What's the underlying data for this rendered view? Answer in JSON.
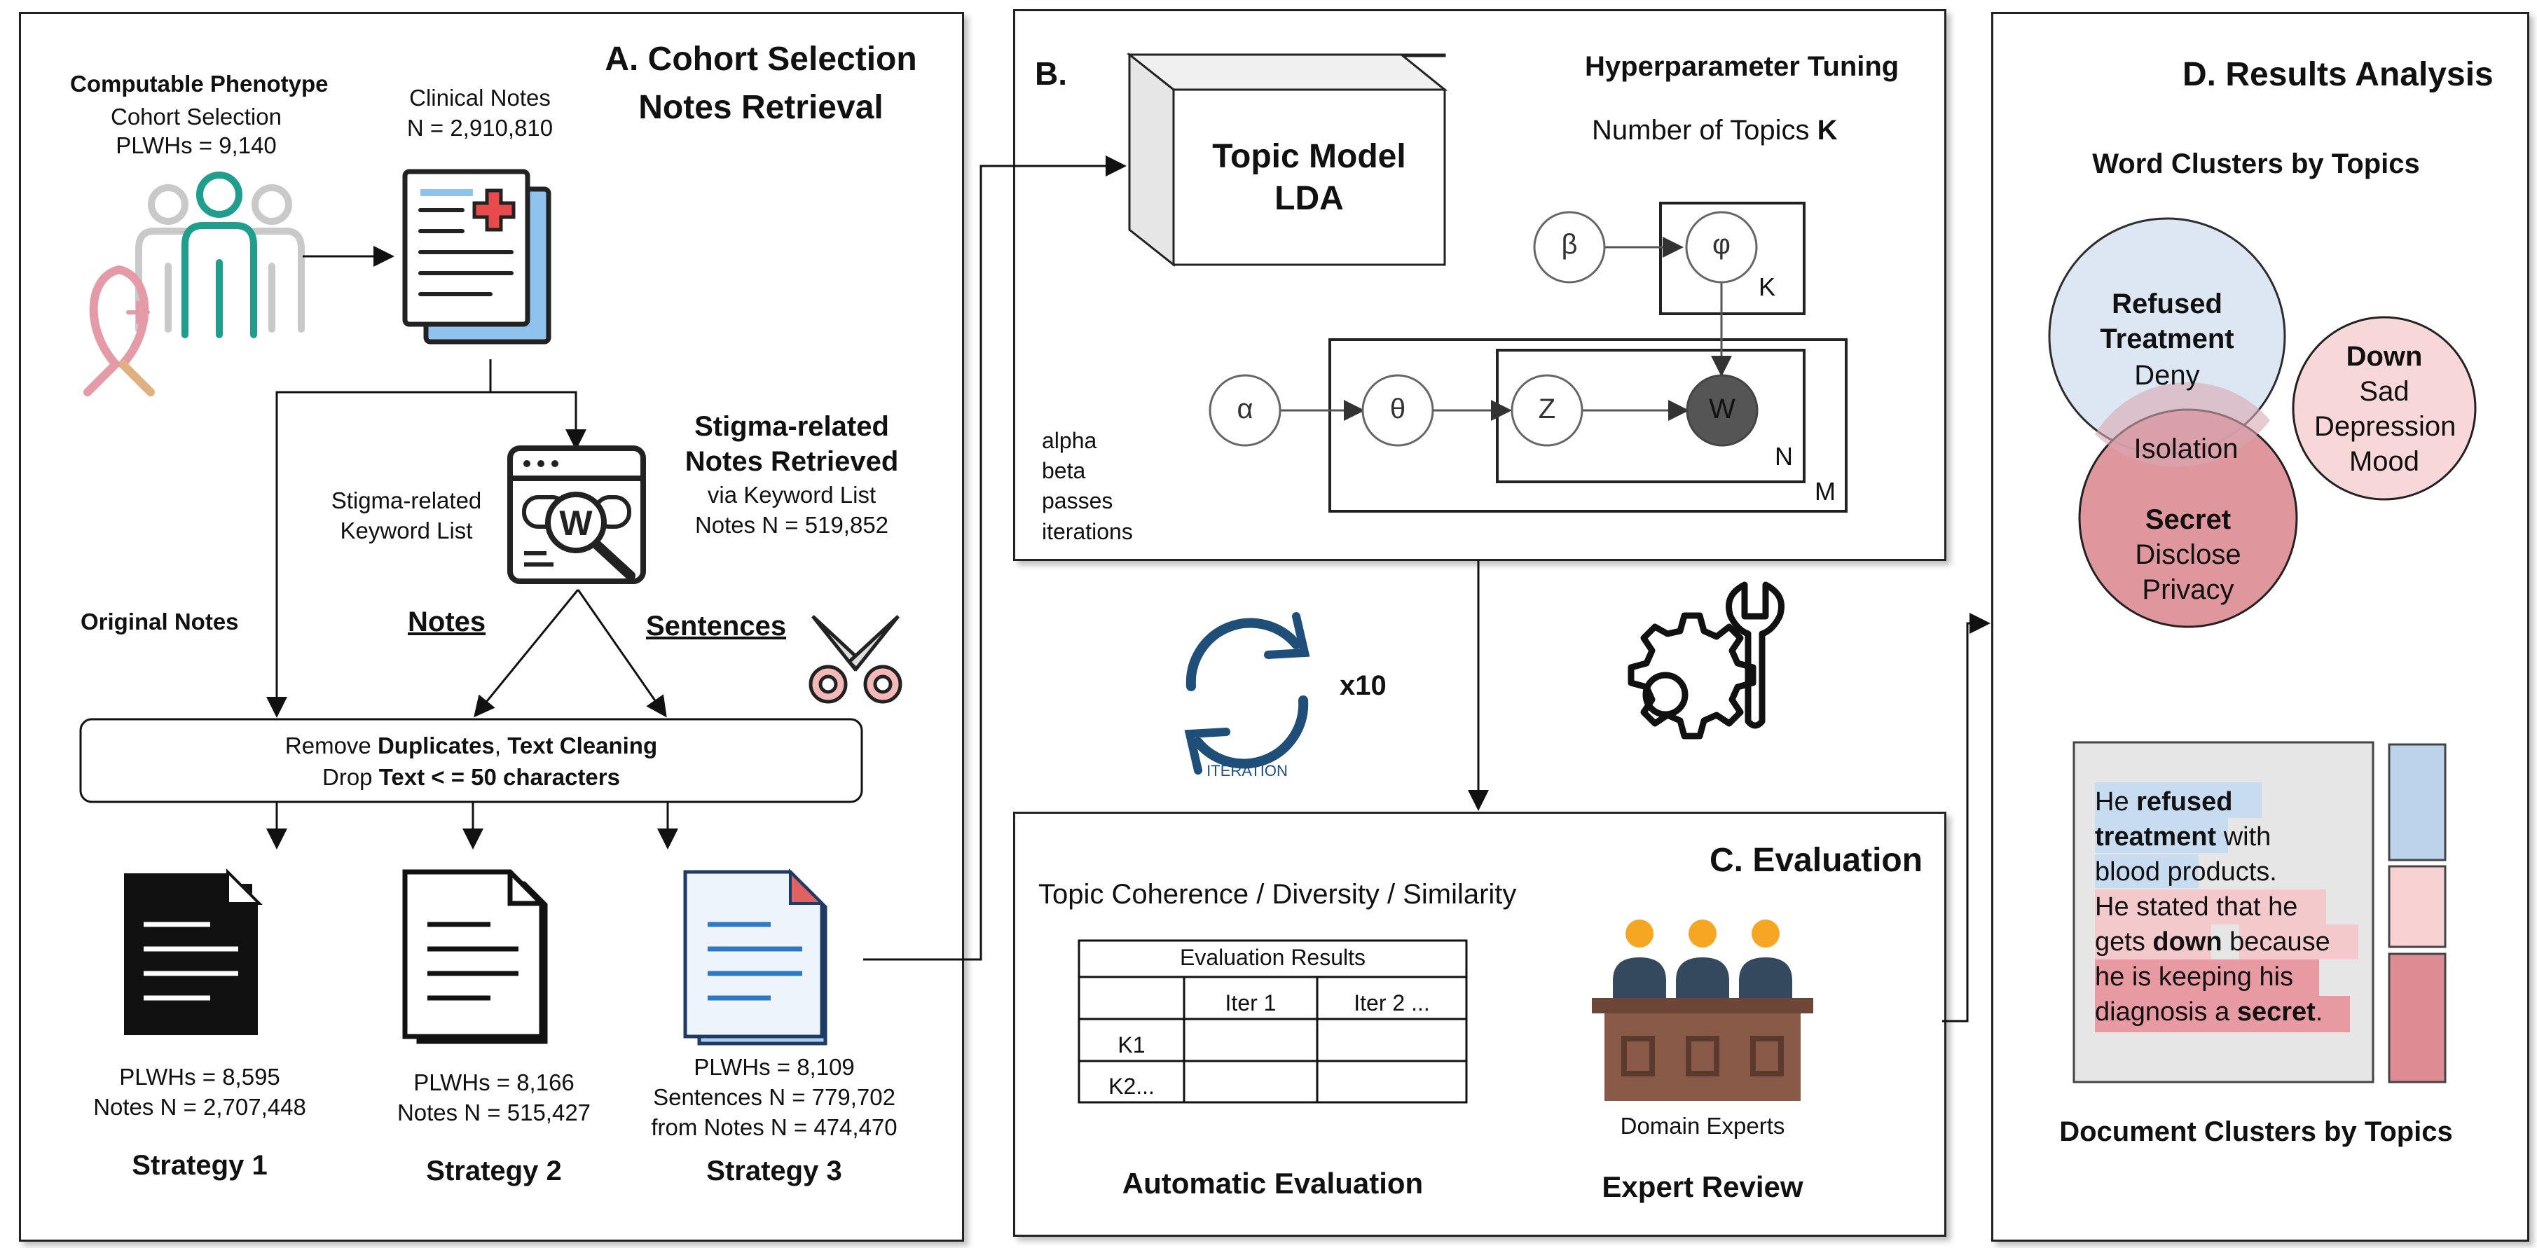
{
  "panel_a": {
    "title_line1": "A. Cohort Selection",
    "title_line2": "Notes Retrieval",
    "phenotype_title": "Computable Phenotype",
    "phenotype_sub": "Cohort Selection",
    "phenotype_plwh": "PLWHs = 9,140",
    "clinical_notes": "Clinical Notes",
    "clinical_notes_n": "N = 2,910,810",
    "stigma_retrieved_l1": "Stigma-related",
    "stigma_retrieved_l2": "Notes Retrieved",
    "stigma_retrieved_l3": "via Keyword List",
    "stigma_retrieved_l4": "Notes N = 519,852",
    "keyword_list_l1": "Stigma-related",
    "keyword_list_l2": "Keyword List",
    "original_notes": "Original Notes",
    "notes_label": "Notes",
    "sentences_label": "Sentences",
    "cleaning_l1_a": "Remove ",
    "cleaning_l1_b": "Duplicates",
    "cleaning_l1_c": ", ",
    "cleaning_l1_d": "Text Cleaning",
    "cleaning_l2_a": "Drop ",
    "cleaning_l2_b": "Text < = 50 characters",
    "strategies": [
      {
        "stats": "PLWHs = 8,595\nNotes N = 2,707,448",
        "name": "Strategy 1"
      },
      {
        "stats": "PLWHs = 8,166\nNotes N = 515,427",
        "name": "Strategy 2"
      },
      {
        "stats": "PLWHs = 8,109\nSentences N = 779,702\nfrom Notes N = 474,470",
        "name": "Strategy 3"
      }
    ]
  },
  "panel_b": {
    "label": "B.",
    "model_l1": "Topic Model",
    "model_l2": "LDA",
    "hyper_title": "Hyperparameter Tuning",
    "num_topics": "Number of Topics ",
    "num_topics_k": "K",
    "params": "alpha\nbeta\npasses\niterations",
    "nodes": {
      "beta": "β",
      "phi": "φ",
      "alpha": "α",
      "theta": "θ",
      "z": "Z",
      "w": "W"
    },
    "plates": {
      "k": "K",
      "n": "N",
      "m": "M"
    }
  },
  "iteration": {
    "label": "ITERATION",
    "times": "x10"
  },
  "panel_c": {
    "title": "C. Evaluation",
    "metrics": "Topic Coherence / Diversity / Similarity",
    "table_title": "Evaluation Results",
    "table_cols": [
      "",
      "Iter 1",
      "Iter 2 ..."
    ],
    "table_rows": [
      [
        "K1",
        "",
        ""
      ],
      [
        "K2...",
        "",
        ""
      ]
    ],
    "auto_eval": "Automatic Evaluation",
    "domain_experts": "Domain Experts",
    "expert_review": "Expert Review"
  },
  "panel_d": {
    "title": "D. Results Analysis",
    "word_clusters": "Word Clusters by Topics",
    "c1_l1": "Refused",
    "c1_l2": "Treatment",
    "c1_l3": "Deny",
    "overlap": "Isolation",
    "c2_l1": "Secret",
    "c2_l2": "Disclose",
    "c2_l3": "Privacy",
    "c3_l1": "Down",
    "c3_l2": "Sad",
    "c3_l3": "Depression",
    "c3_l4": "Mood",
    "doc_clusters": "Document Clusters by Topics",
    "doc": {
      "s1": "He ",
      "s2": "refused",
      "s3": "treatment",
      "s4": " with",
      "s5": "blood products.",
      "s6": "He stated that he",
      "s7": "gets ",
      "s8": "down",
      "s9": " because",
      "s10": "he is keeping his",
      "s11": "diagnosis a ",
      "s12": "secret",
      "s13": "."
    }
  },
  "colors": {
    "blue_cluster": "#dbe6f3",
    "red_cluster": "#dc8c92",
    "pink_cluster": "#f8d7d8",
    "teal": "#1f9e8e",
    "iter_blue": "#1f4e79",
    "expert_gold": "#f5a623",
    "expert_seat": "#34495e",
    "expert_desk": "#8a5a48"
  }
}
